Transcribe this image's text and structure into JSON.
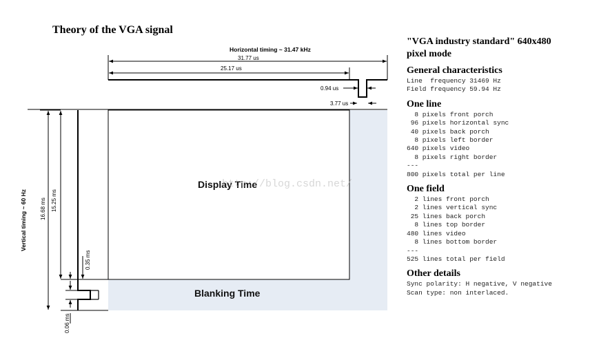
{
  "title": "Theory  of the VGA signal",
  "diagram": {
    "horizontal_title": "Horizontal timing ~ 31.47 kHz",
    "h_total_label": "31.77 us",
    "h_video_label": "25.17 us",
    "h_sync_label": "0.94 us",
    "h_backporch_label": "3.77 us",
    "vertical_title": "Vertical timing ~ 60 Hz",
    "v_total_label": "16.68 ms",
    "v_video_label": "15.25 ms",
    "v_backporch_label": "0.35 ms",
    "v_sync_label": "0.06 ms",
    "display_label": "Display Time",
    "blanking_label": "Blanking Time",
    "watermark": "http://blog.csdn.net/",
    "colors": {
      "blanking_fill": "#e6ecf4",
      "line": "#000000"
    }
  },
  "spec": {
    "title_line1": "\"VGA industry standard\" 640x480",
    "title_line2": "pixel mode",
    "general_heading": "General characteristics",
    "general_lines": [
      "Line  frequency 31469 Hz",
      "Field frequency 59.94 Hz"
    ],
    "line_heading": "One line",
    "line_lines": [
      "  8 pixels front porch",
      " 96 pixels horizontal sync",
      " 40 pixels back porch",
      "  8 pixels left border",
      "640 pixels video",
      "  8 pixels right border",
      "---",
      "800 pixels total per line"
    ],
    "field_heading": "One field",
    "field_lines": [
      "  2 lines front porch",
      "  2 lines vertical sync",
      " 25 lines back porch",
      "  8 lines top border",
      "480 lines video",
      "  8 lines bottom border",
      "---",
      "525 lines total per field"
    ],
    "other_heading": "Other details",
    "other_lines": [
      "Sync polarity: H negative, V negative",
      "Scan type: non interlaced."
    ]
  }
}
